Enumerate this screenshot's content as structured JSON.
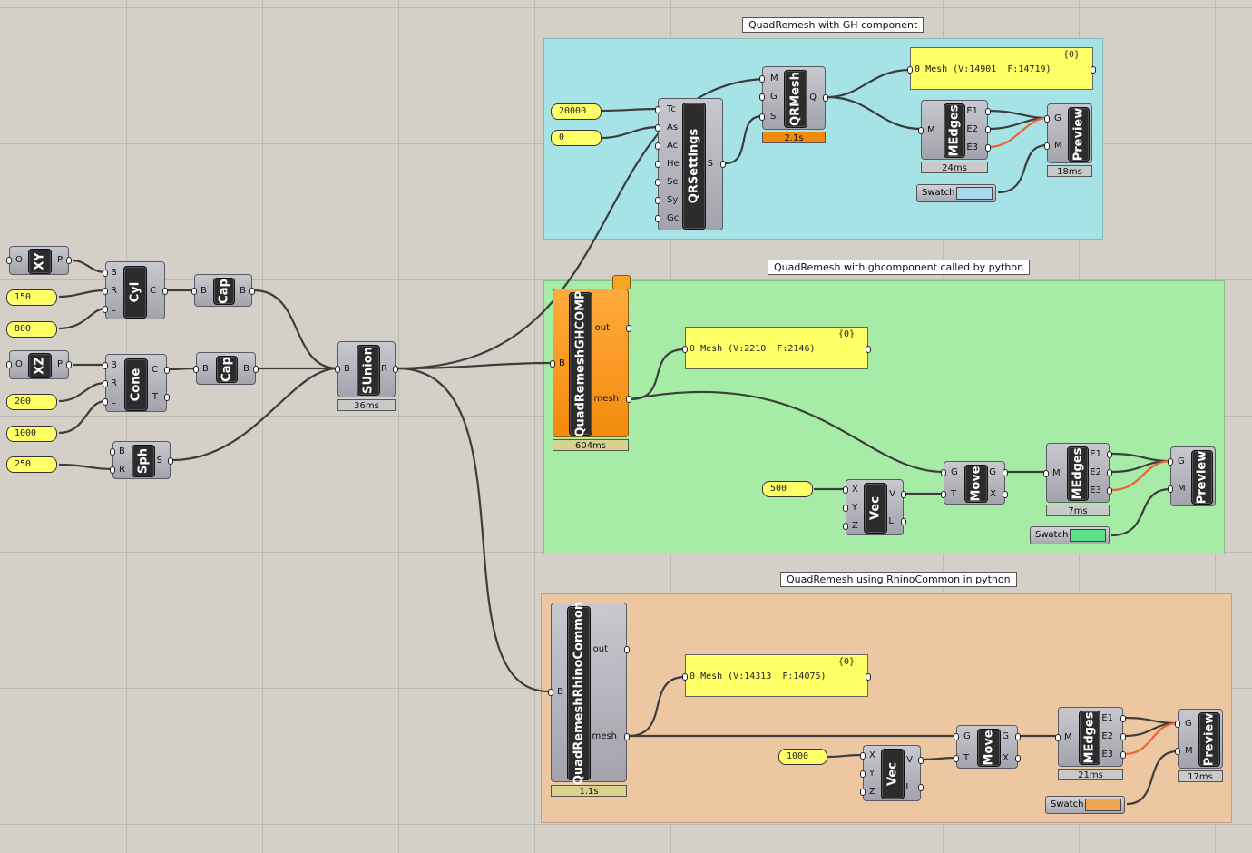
{
  "groups": {
    "gh": {
      "title": "QuadRemesh with GH component",
      "color": "#a6e3e6"
    },
    "py": {
      "title": "QuadRemesh with ghcomponent called by python",
      "color": "#a6eba6"
    },
    "rc": {
      "title": "QuadRemesh using RhinoCommon in python",
      "color": "#edc6a2"
    }
  },
  "sliders": {
    "s150": "150",
    "s800": "800",
    "s200": "200",
    "s1000": "1000",
    "s250": "250",
    "s20000": "20000",
    "s0": "0",
    "s500": "500",
    "s1000b": "1000"
  },
  "components": {
    "xy": {
      "name": "XY",
      "in": [
        "O"
      ],
      "out": [
        "P"
      ]
    },
    "xz": {
      "name": "XZ",
      "in": [
        "O"
      ],
      "out": [
        "P"
      ]
    },
    "cyl": {
      "name": "Cyl",
      "in": [
        "B",
        "R",
        "L"
      ],
      "out": [
        "C"
      ]
    },
    "cone": {
      "name": "Cone",
      "in": [
        "B",
        "R",
        "L"
      ],
      "out": [
        "C",
        "T"
      ]
    },
    "cap1": {
      "name": "Cap",
      "in": [
        "B"
      ],
      "out": [
        "B"
      ]
    },
    "cap2": {
      "name": "Cap",
      "in": [
        "B"
      ],
      "out": [
        "B"
      ]
    },
    "sph": {
      "name": "Sph",
      "in": [
        "B",
        "R"
      ],
      "out": [
        "S"
      ]
    },
    "sunion": {
      "name": "SUnion",
      "in": [
        "B"
      ],
      "out": [
        "R"
      ],
      "time": "36ms"
    },
    "qrsettings": {
      "name": "QRSettings",
      "in": [
        "Tc",
        "As",
        "Ac",
        "He",
        "Se",
        "Sy",
        "Gc"
      ],
      "out": [
        "S"
      ]
    },
    "qrmesh": {
      "name": "QRMesh",
      "in": [
        "M",
        "G",
        "S"
      ],
      "out": [
        "Q"
      ],
      "time": "2.1s"
    },
    "medges1": {
      "name": "MEdges",
      "in": [
        "M"
      ],
      "out": [
        "E1",
        "E2",
        "E3"
      ],
      "time": "24ms"
    },
    "preview1": {
      "name": "Preview",
      "in": [
        "G",
        "M"
      ],
      "time": "18ms"
    },
    "ghcomp": {
      "name": "QuadRemeshGHCOMP",
      "in": [
        "B"
      ],
      "out": [
        "out",
        "mesh"
      ],
      "time": "604ms"
    },
    "move2": {
      "name": "Move",
      "in": [
        "G",
        "T"
      ],
      "out": [
        "G",
        "X"
      ]
    },
    "vec2": {
      "name": "Vec",
      "in": [
        "X",
        "Y",
        "Z"
      ],
      "out": [
        "V",
        "L"
      ]
    },
    "medges2": {
      "name": "MEdges",
      "in": [
        "M"
      ],
      "out": [
        "E1",
        "E2",
        "E3"
      ],
      "time": "7ms"
    },
    "preview2": {
      "name": "Preview",
      "in": [
        "G",
        "M"
      ]
    },
    "rhinocommon": {
      "name": "QuadRemeshRhinoCommon",
      "in": [
        "B"
      ],
      "out": [
        "out",
        "mesh"
      ],
      "time": "1.1s"
    },
    "move3": {
      "name": "Move",
      "in": [
        "G",
        "T"
      ],
      "out": [
        "G",
        "X"
      ]
    },
    "vec3": {
      "name": "Vec",
      "in": [
        "X",
        "Y",
        "Z"
      ],
      "out": [
        "V",
        "L"
      ]
    },
    "medges3": {
      "name": "MEdges",
      "in": [
        "M"
      ],
      "out": [
        "E1",
        "E2",
        "E3"
      ],
      "time": "21ms"
    },
    "preview3": {
      "name": "Preview",
      "in": [
        "G",
        "M"
      ],
      "time": "17ms"
    }
  },
  "panels": {
    "p1": {
      "header": "{0}",
      "index": "0",
      "text": "Mesh (V:14901  F:14719)"
    },
    "p2": {
      "header": "{0}",
      "index": "0",
      "text": "Mesh (V:2210  F:2146)"
    },
    "p3": {
      "header": "{0}",
      "index": "0",
      "text": "Mesh (V:14313  F:14075)"
    }
  },
  "swatches": {
    "sw1": {
      "label": "Swatch",
      "color": "#a8d8f0"
    },
    "sw2": {
      "label": "Swatch",
      "color": "#5fe08a"
    },
    "sw3": {
      "label": "Swatch",
      "color": "#f0a850"
    }
  },
  "wire_colors": {
    "default": "#3d3d3d",
    "highlight": "#f06030"
  }
}
